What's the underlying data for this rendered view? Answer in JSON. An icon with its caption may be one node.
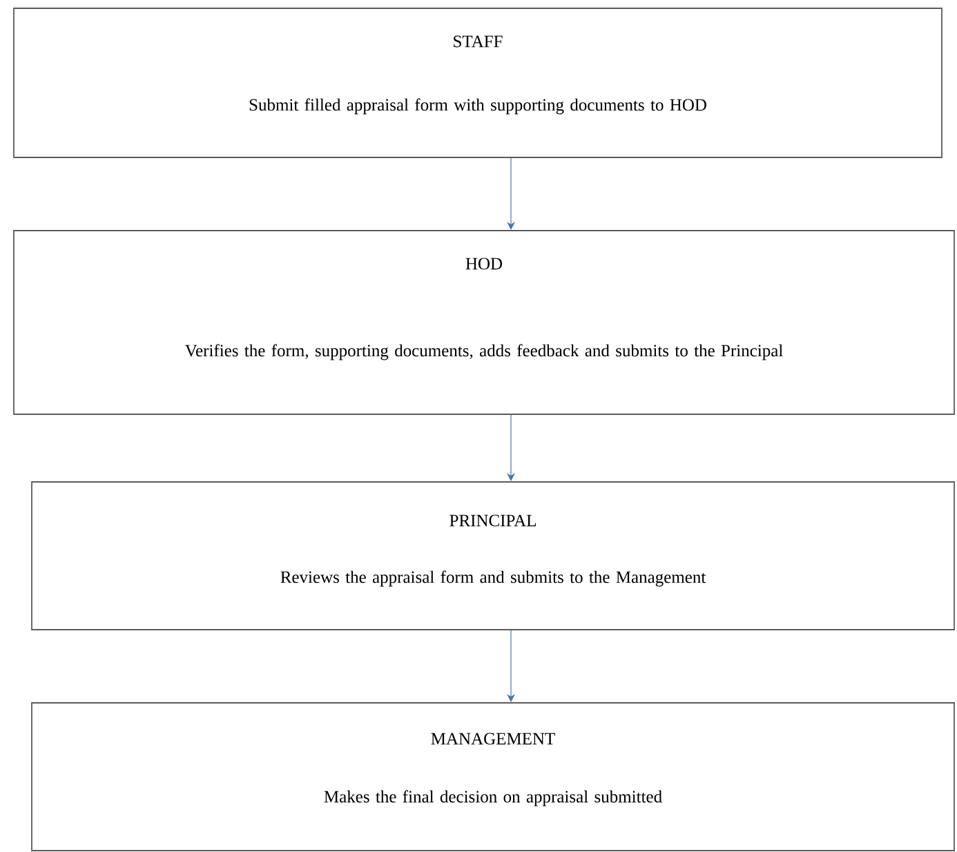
{
  "diagram": {
    "nodes": [
      {
        "text": [
          "STAFF",
          "Submit filled appraisal form with supporting documents to HOD"
        ]
      },
      {
        "text": [
          "HOD",
          "Verifies the form, supporting documents, adds feedback and submits to the Principal"
        ]
      },
      {
        "text": [
          "PRINCIPAL",
          "Reviews the appraisal form and submits to the Management"
        ]
      },
      {
        "text": [
          "MANAGEMENT",
          "Makes the final decision on appraisal submitted"
        ]
      }
    ],
    "edges": [
      {
        "from": 0,
        "to": 1,
        "arrow": "to"
      },
      {
        "from": 1,
        "to": 2,
        "arrow": "to"
      },
      {
        "from": 2,
        "to": 3,
        "arrow": "to"
      }
    ]
  }
}
